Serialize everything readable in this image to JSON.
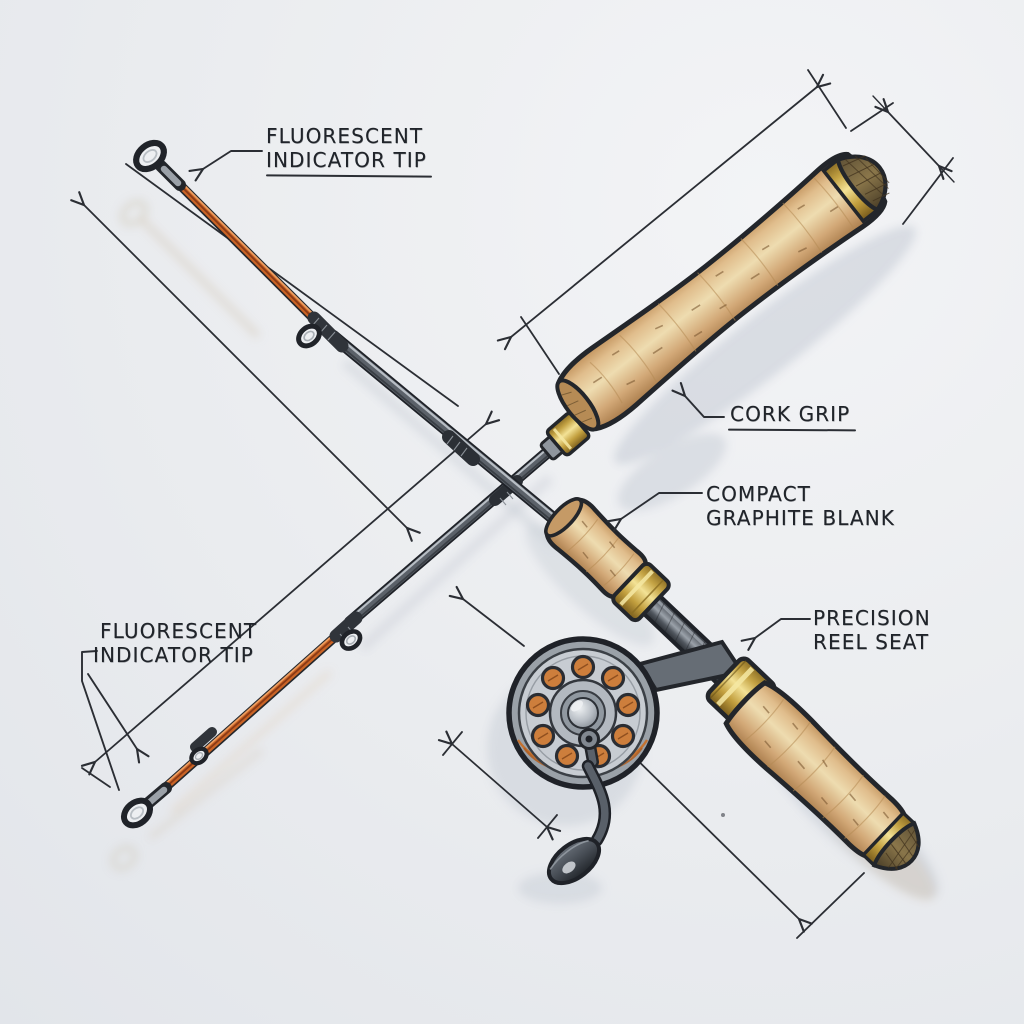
{
  "labels": {
    "tip_top": {
      "line1": "FLUORESCENT",
      "line2": "INDICATOR TIP"
    },
    "tip_bottom": {
      "line1": "FLUORESCENT",
      "line2": "INDICATOR TIP"
    },
    "cork_grip": {
      "line1": "CORK GRIP"
    },
    "graphite_blank": {
      "line1": "COMPACT",
      "line2": "GRAPHITE BLANK"
    },
    "reel_seat": {
      "line1": "PRECISION",
      "line2": "REEL SEAT"
    }
  },
  "illustration_parts": [
    "fluorescent-indicator-tip-upper",
    "fluorescent-indicator-tip-lower",
    "rod-tip-guide",
    "line-guide",
    "graphite-blank",
    "ferrule",
    "cork-grip",
    "cork-foregrip",
    "rear-cork-handle",
    "precision-reel-seat-ring",
    "inline-ice-reel",
    "reel-handle-knob",
    "butt-cap",
    "dimension-lines",
    "leader-arrows"
  ],
  "colors": {
    "background": "#eaecef",
    "ink": "#2b2e34",
    "label_text": "#20242a",
    "fluorescent_orange": "#c96325",
    "orange_highlight": "#f2a264",
    "cork": "#e2c392",
    "cork_shadow": "#a97c4b",
    "brass": "#c9a94c",
    "graphite_gray": "#555b63",
    "steel_highlight": "#c3c9cf",
    "reel_face": "#c7ccd2",
    "dark_cork_cap": "#756442",
    "soft_shadow": "#c2c8d2"
  }
}
